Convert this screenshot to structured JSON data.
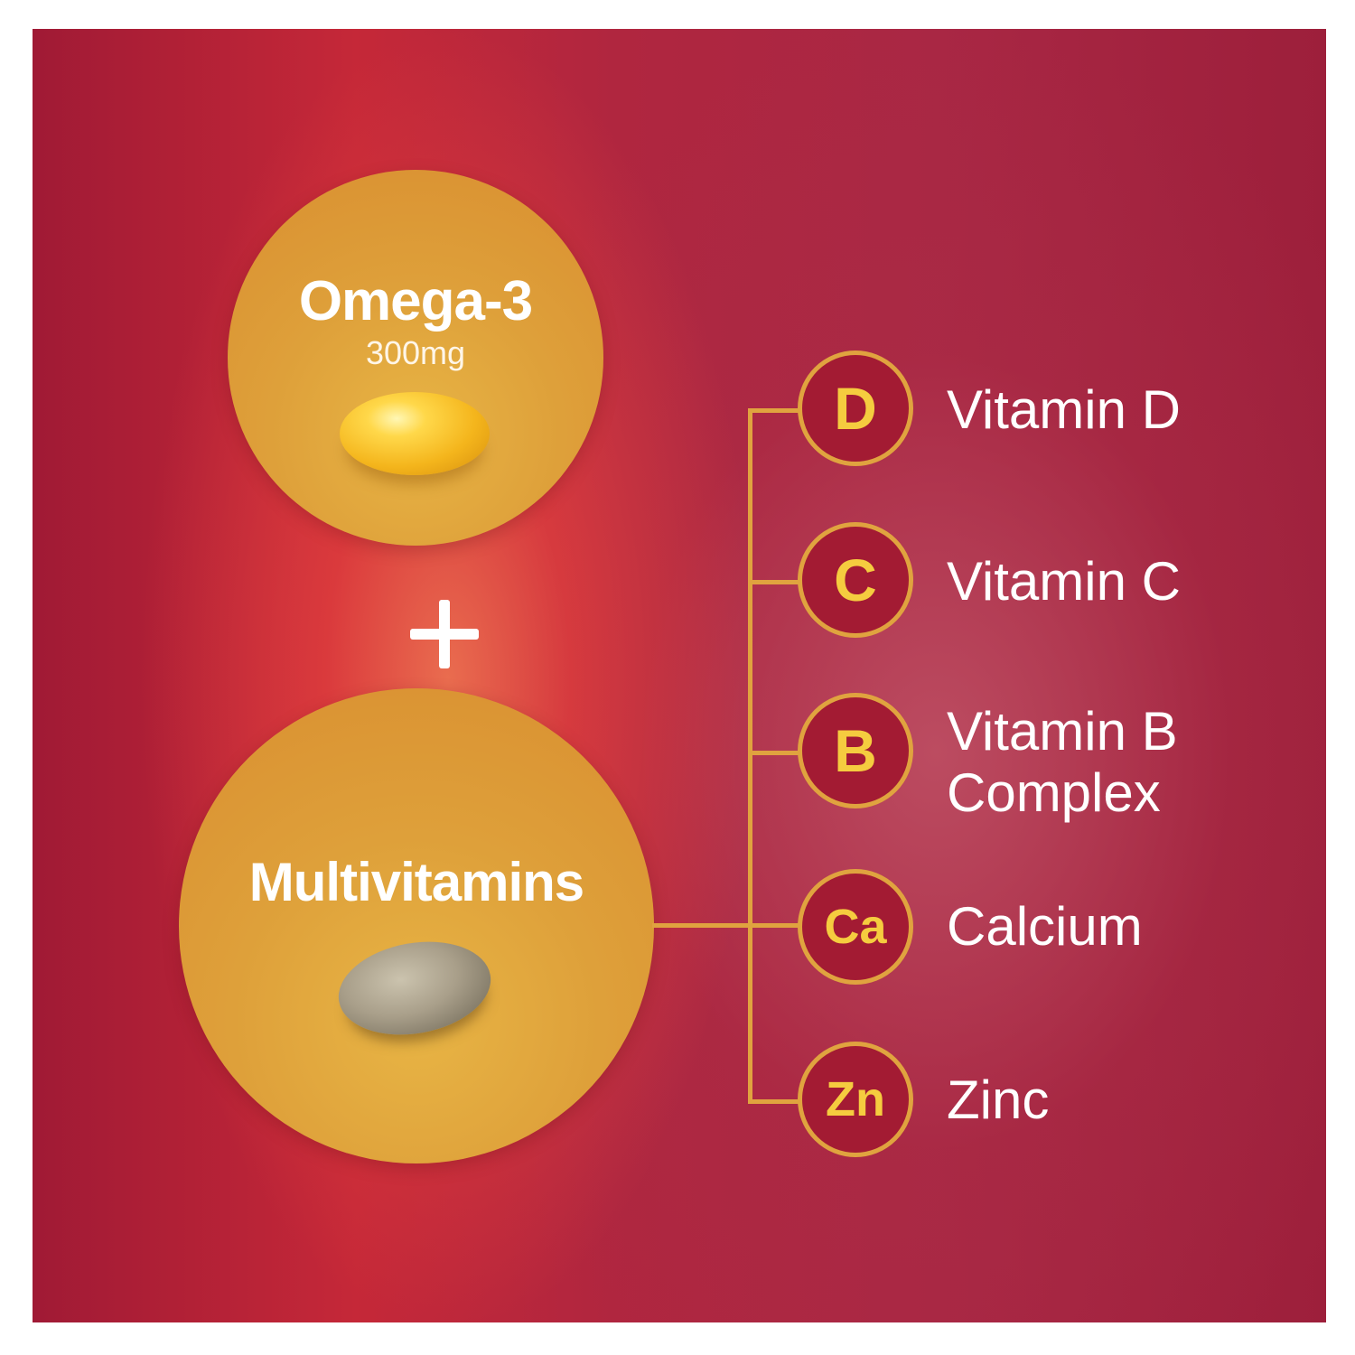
{
  "omega": {
    "title": "Omega-3",
    "dose": "300mg",
    "image": "softgel-capsule"
  },
  "plus_symbol": "+",
  "multi": {
    "title": "Multivitamins",
    "image": "tablet"
  },
  "nutrients": [
    {
      "symbol": "D",
      "name": "Vitamin D"
    },
    {
      "symbol": "C",
      "name": "Vitamin C"
    },
    {
      "symbol": "B",
      "name_line1": "Vitamin B",
      "name_line2": "Complex"
    },
    {
      "symbol": "Ca",
      "name": "Calcium"
    },
    {
      "symbol": "Zn",
      "name": "Zinc"
    }
  ],
  "colors": {
    "background": "#b0263f",
    "circle": "#dea03a",
    "node_fill": "#a31b33",
    "accent": "#e0a33f",
    "symbol_text": "#f5cc3f",
    "label_text": "#ffffff"
  }
}
